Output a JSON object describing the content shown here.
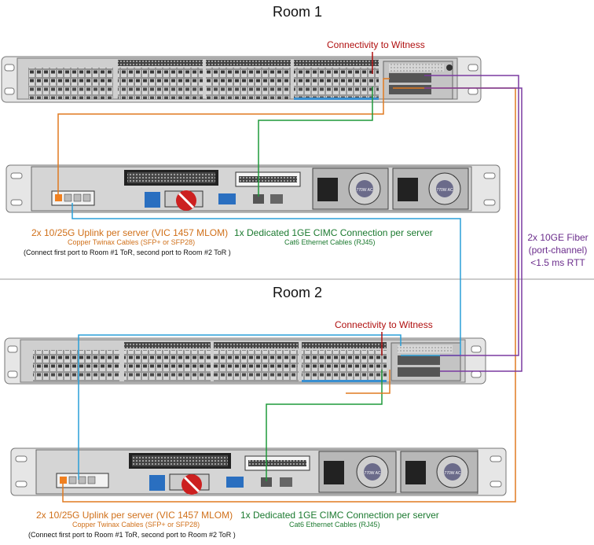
{
  "room1": {
    "title": "Room 1",
    "witness": "Connectivity to Witness",
    "uplink_title": "2x 10/25G Uplink per server (VIC 1457 MLOM)",
    "uplink_cable": "Copper Twinax Cables (SFP+ or SFP28)",
    "uplink_note": "(Connect first port to Room #1 ToR, second port to Room #2 ToR )",
    "cimc_title": "1x Dedicated 1GE CIMC Connection per server",
    "cimc_cable": "Cat6 Ethernet Cables (RJ45)"
  },
  "room2": {
    "title": "Room 2",
    "witness": "Connectivity to Witness",
    "uplink_title": "2x 10/25G Uplink per server (VIC 1457 MLOM)",
    "uplink_cable": "Copper Twinax Cables (SFP+ or SFP28)",
    "uplink_note": "(Connect first port to Room #1 ToR, second port to Room #2 ToR )",
    "cimc_title": "1x Dedicated 1GE CIMC Connection per server",
    "cimc_cable": "Cat6 Ethernet Cables (RJ45)"
  },
  "fiber": {
    "line1": "2x 10GE Fiber",
    "line2": "(port-channel)",
    "line3": "<1.5 ms RTT"
  },
  "devices": {
    "psu_label": "770W AC"
  },
  "colors": {
    "uplink": "#e07a20",
    "cimc": "#1f9a3a",
    "cross": "#2a9fd8",
    "fiber": "#7a3aa0",
    "witness": "#b01010",
    "divider": "#999999"
  }
}
